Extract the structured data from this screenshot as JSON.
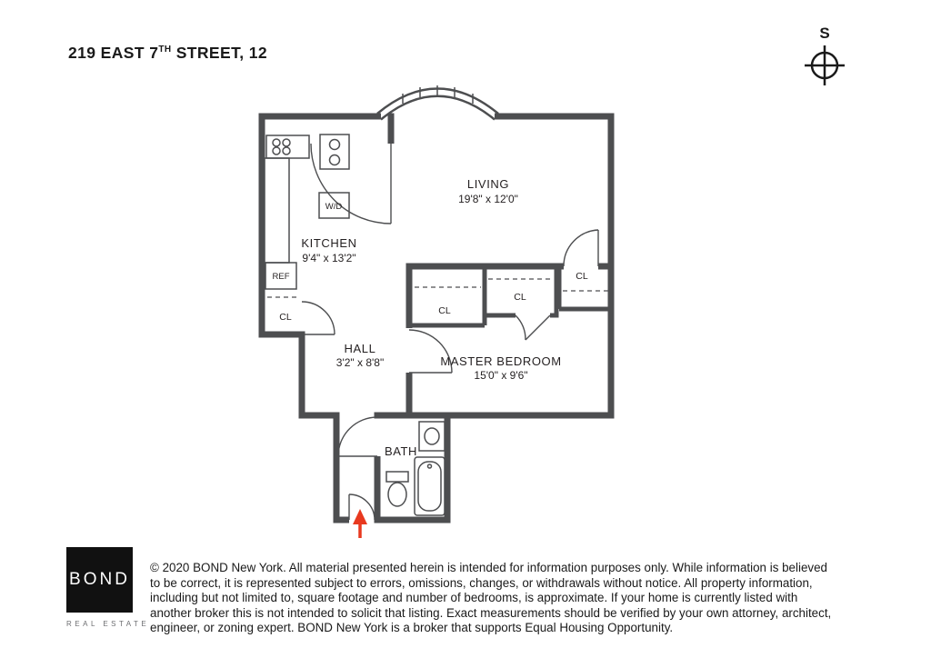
{
  "page": {
    "title_prefix": "219 EAST 7",
    "title_sup": "TH",
    "title_suffix": " STREET, 12"
  },
  "compass": {
    "direction": "S"
  },
  "floorplan": {
    "wall_color": "#4d4e50",
    "entry_arrow_color": "#e8391f",
    "rooms": [
      {
        "name": "LIVING",
        "dimensions": "19'8\" x 12'0\""
      },
      {
        "name": "KITCHEN",
        "dimensions": "9'4\" x 13'2\""
      },
      {
        "name": "HALL",
        "dimensions": "3'2\" x 8'8\""
      },
      {
        "name": "MASTER BEDROOM",
        "dimensions": "15'0\" x 9'6\""
      },
      {
        "name": "BATH"
      }
    ],
    "labels": {
      "closet": "CL",
      "washer_dryer": "W/D",
      "refrigerator": "REF"
    }
  },
  "footer": {
    "logo_text": "BOND",
    "logo_tagline": "REAL ESTATE",
    "disclaimer": "© 2020 BOND New York. All material presented herein is intended for information purposes only. While information is believed to be correct, it is represented subject to errors, omissions, changes, or withdrawals without notice. All property information, including but not limited to, square footage and number of bedrooms, is approximate. If your home is currently listed with another broker this is not intended to solicit that listing. Exact measurements should be verified by your own attorney, architect, engineer, or zoning expert. BOND New York is a broker that supports Equal Housing Opportunity."
  }
}
